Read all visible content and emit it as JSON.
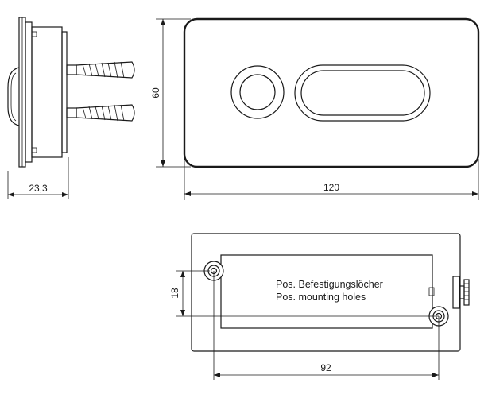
{
  "dimensions": {
    "side_depth": "23,3",
    "front_height": "60",
    "front_width": "120",
    "mount_vertical": "18",
    "mount_horizontal": "92"
  },
  "notes": {
    "mounting_holes_de": "Pos. Befestigungslöcher",
    "mounting_holes_en": "Pos. mounting holes"
  }
}
